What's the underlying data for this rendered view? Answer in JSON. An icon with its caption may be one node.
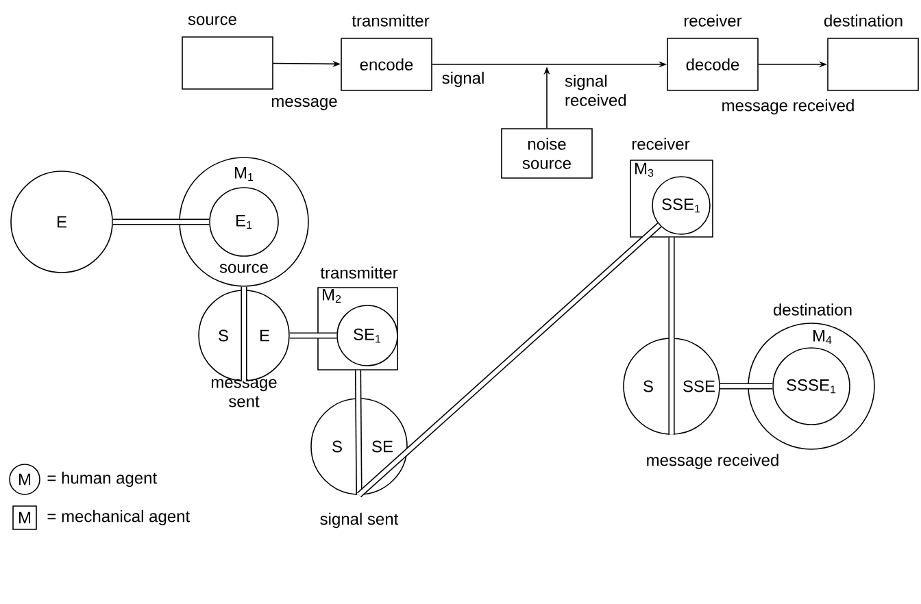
{
  "diagram": {
    "nodes": [
      {
        "text": [
          "source"
        ]
      },
      {
        "text": [
          "transmitter",
          "encode"
        ]
      },
      {
        "text": [
          "receiver",
          "decode"
        ]
      },
      {
        "text": [
          "destination"
        ]
      },
      {
        "text": [
          "noise source"
        ]
      },
      {
        "text": [
          "M$_{1}$",
          "source"
        ]
      },
      {
        "text": [
          "E"
        ]
      },
      {
        "text": [
          "E$_{1}$"
        ],
        "in": 5
      },
      {
        "text": [
          "S",
          "E"
        ],
        "beside": [
          "message sent"
        ]
      },
      {
        "text": [
          "transmitter",
          "M$_{2}$"
        ]
      },
      {
        "text": [
          "SE$_{1}$"
        ],
        "in": 9
      },
      {
        "text": [
          "S",
          "SE"
        ],
        "beside": [
          "signal sent"
        ]
      },
      {
        "text": [
          "receiver",
          "M$_{3}$"
        ]
      },
      {
        "text": [
          "SSE$_{1}$"
        ],
        "in": 12
      },
      {
        "text": [
          "S",
          "SSE"
        ],
        "beside": [
          "message received"
        ]
      },
      {
        "text": [
          "destination",
          "M$_{4}$"
        ]
      },
      {
        "text": [
          "SSSE$_{1}$"
        ],
        "in": 15
      }
    ],
    "edges": [
      {
        "from": 0,
        "to": 1,
        "arrow": "to",
        "label": "message"
      },
      {
        "from": 1,
        "to": 2,
        "arrow": "to",
        "label": "signal"
      },
      {
        "from": 2,
        "to": 3,
        "arrow": "to",
        "label": "message received"
      },
      {
        "from": 4,
        "to": null,
        "arrow": "to",
        "label": "signal received"
      },
      {
        "from": 6,
        "to": 7,
        "arrow": "none"
      },
      {
        "from": 5,
        "to": 8,
        "arrow": "none"
      },
      {
        "from": 8,
        "to": 10,
        "arrow": "none"
      },
      {
        "from": 9,
        "to": 11,
        "arrow": "none"
      },
      {
        "from": 11,
        "to": 13,
        "arrow": "none"
      },
      {
        "from": 12,
        "to": 14,
        "arrow": "none"
      },
      {
        "from": 14,
        "to": 16,
        "arrow": "none"
      }
    ],
    "labels": [
      "M",
      "M"
    ],
    "legend": [
      {
        "text": "= human agent"
      },
      {
        "text": "= mechanical agent"
      }
    ]
  }
}
